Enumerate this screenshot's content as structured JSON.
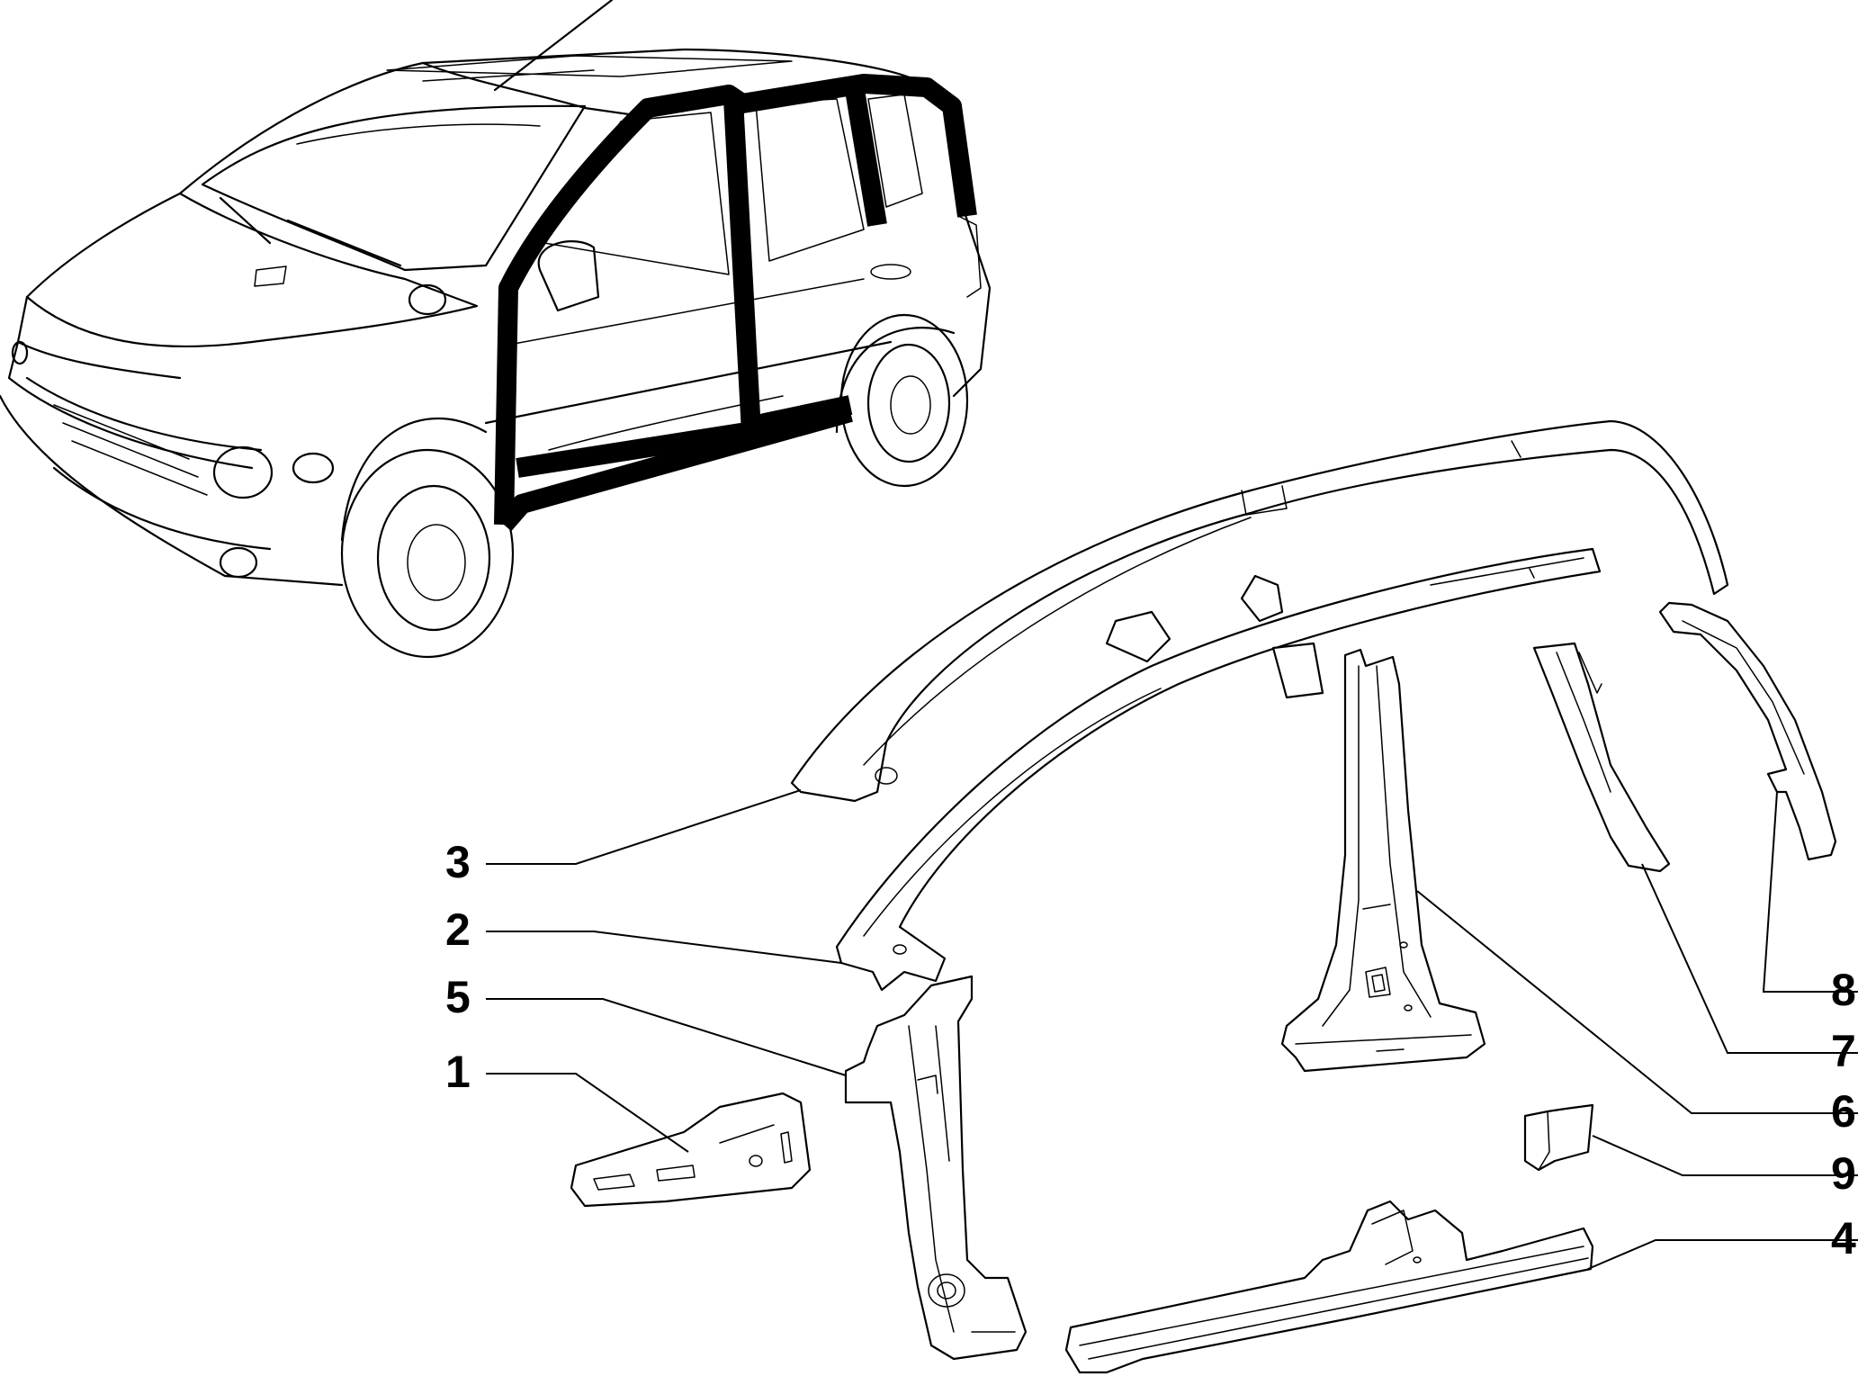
{
  "diagram": {
    "type": "exploded-parts-view",
    "line_color": "#000000",
    "background": "#ffffff"
  },
  "callouts": [
    {
      "id": "3",
      "label": "3"
    },
    {
      "id": "2",
      "label": "2"
    },
    {
      "id": "5",
      "label": "5"
    },
    {
      "id": "1",
      "label": "1"
    },
    {
      "id": "8",
      "label": "8"
    },
    {
      "id": "7",
      "label": "7"
    },
    {
      "id": "6",
      "label": "6"
    },
    {
      "id": "9",
      "label": "9"
    },
    {
      "id": "4",
      "label": "4"
    }
  ]
}
